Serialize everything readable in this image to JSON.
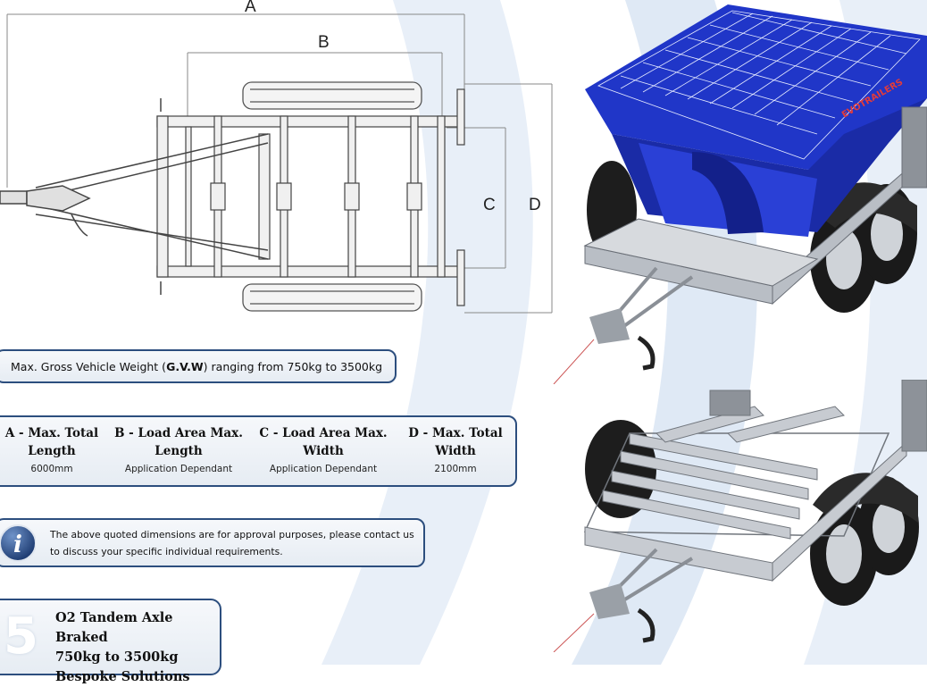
{
  "diagram": {
    "labels": {
      "a": "A",
      "b": "B",
      "c": "C",
      "d": "D"
    }
  },
  "gvw": {
    "prefix": "Max. Gross Vehicle Weight (",
    "bold": "G.V.W",
    "suffix": ") ranging from 750kg to 3500kg"
  },
  "dimensions": [
    {
      "heading_1": "A - Max. Total",
      "heading_2": "Length",
      "value": "6000mm"
    },
    {
      "heading_1": "B - Load Area Max.",
      "heading_2": "Length",
      "value": "Application Dependant"
    },
    {
      "heading_1": "C - Load Area Max.",
      "heading_2": "Width",
      "value": "Application Dependant"
    },
    {
      "heading_1": "D - Max. Total",
      "heading_2": "Width",
      "value": "2100mm"
    }
  ],
  "info": {
    "icon": "info-icon",
    "line1": "The above quoted dimensions are for approval purposes,  please contact us",
    "line2": "to discuss your specific individual requirements."
  },
  "product": {
    "number": "5",
    "line1": "O2 Tandem Axle Braked",
    "line2": "750kg to 3500kg",
    "line3": "Bespoke Solutions"
  },
  "trailer_top": {
    "logo_text": "EVOTRAILERS"
  },
  "colors": {
    "box_border": "#2c4e7e",
    "hopper_blue": "#1f3fc4",
    "frame_grey": "#b9bec5",
    "swoosh": "#dfe9f5"
  }
}
